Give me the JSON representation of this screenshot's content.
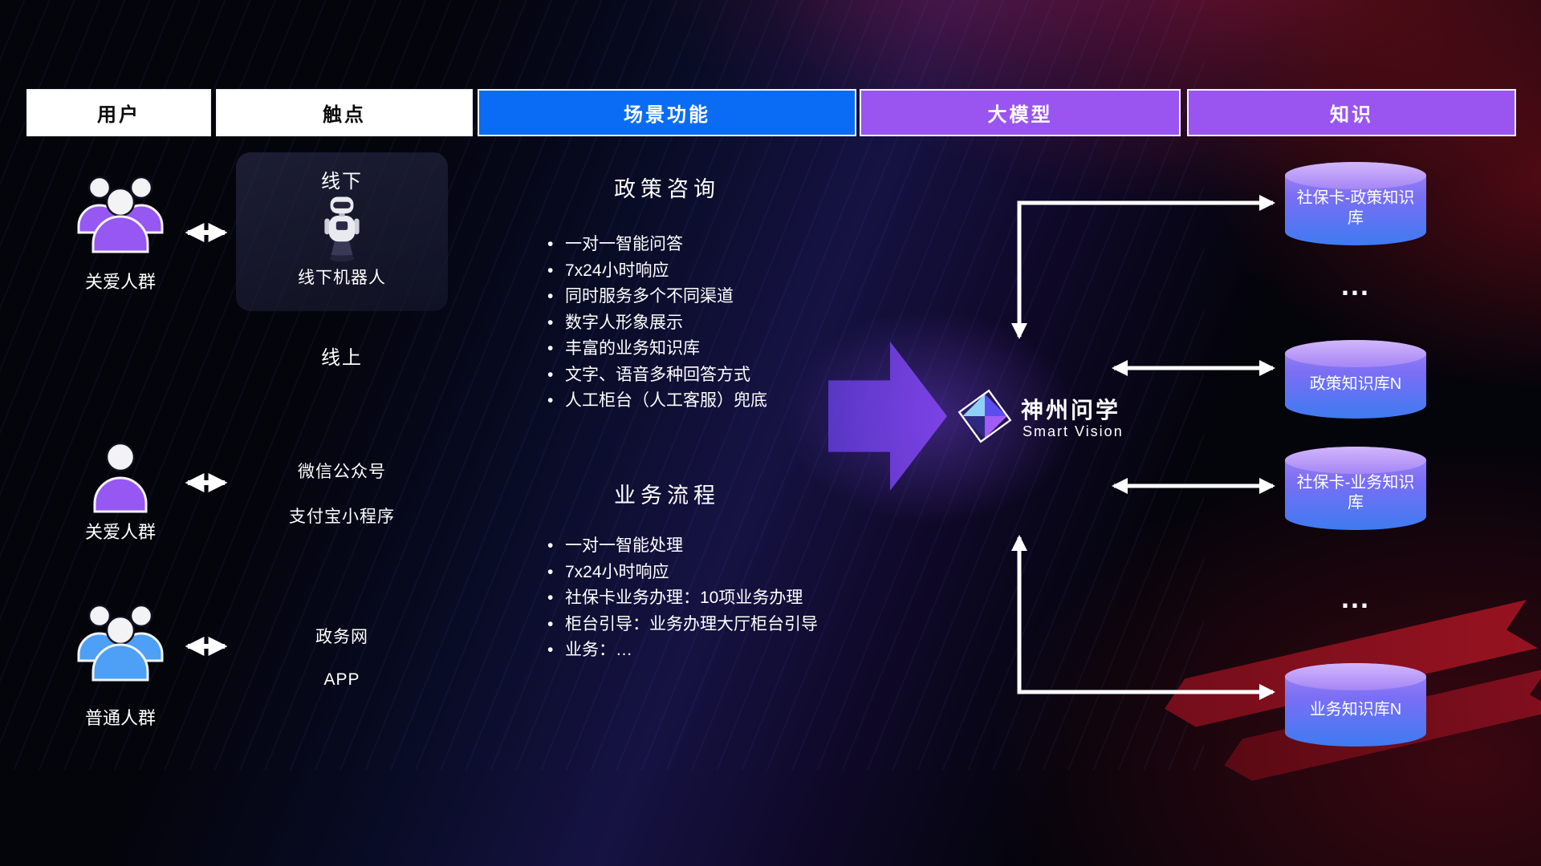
{
  "header": {
    "columns": [
      "用户",
      "触点",
      "场景功能",
      "大模型",
      "知识"
    ]
  },
  "users": [
    {
      "label": "关爱人群",
      "icon": "people-group-icon",
      "color": "#9757f2"
    },
    {
      "label": "关爱人群",
      "icon": "person-icon",
      "color": "#9757f2"
    },
    {
      "label": "普通人群",
      "icon": "people-group-icon",
      "color": "#4da0f5"
    }
  ],
  "touchpoints": {
    "offline_title": "线下",
    "robot_label": "线下机器人",
    "robot_icon": "robot-icon",
    "online_title": "线上",
    "channels_online": [
      "微信公众号",
      "支付宝小程序"
    ],
    "channels_gov": [
      "政务网",
      "APP"
    ]
  },
  "scenarios": [
    {
      "title": "政策咨询",
      "items": [
        "一对一智能问答",
        "7x24小时响应",
        "同时服务多个不同渠道",
        "数字人形象展示",
        "丰富的业务知识库",
        "文字、语音多种回答方式",
        "人工柜台（人工客服）兜底"
      ]
    },
    {
      "title": "业务流程",
      "items": [
        "一对一智能处理",
        "7x24小时响应",
        "社保卡业务办理：10项业务办理",
        "柜台引导：业务办理大厅柜台引导",
        "业务：…"
      ]
    }
  ],
  "model": {
    "name": "神州问学",
    "subtitle": "Smart Vision",
    "logo_icon": "diamond-logo-icon"
  },
  "knowledge": {
    "databases": [
      "社保卡-政策知识库",
      "政策知识库N",
      "社保卡-业务知识库",
      "业务知识库N"
    ],
    "ellipsis": "...",
    "db_icon": "database-cylinder-icon"
  },
  "colors": {
    "header_blue": "#0a6cf5",
    "header_purple": "#9a55f0",
    "people_purple": "#9757f2",
    "people_blue": "#4da0f5",
    "db_top": "#c9aefb",
    "db_bottom": "#3e7bf2",
    "arrow_purple": "#7c3aed",
    "connector_white": "#ffffff",
    "background_red": "#a3122385"
  }
}
